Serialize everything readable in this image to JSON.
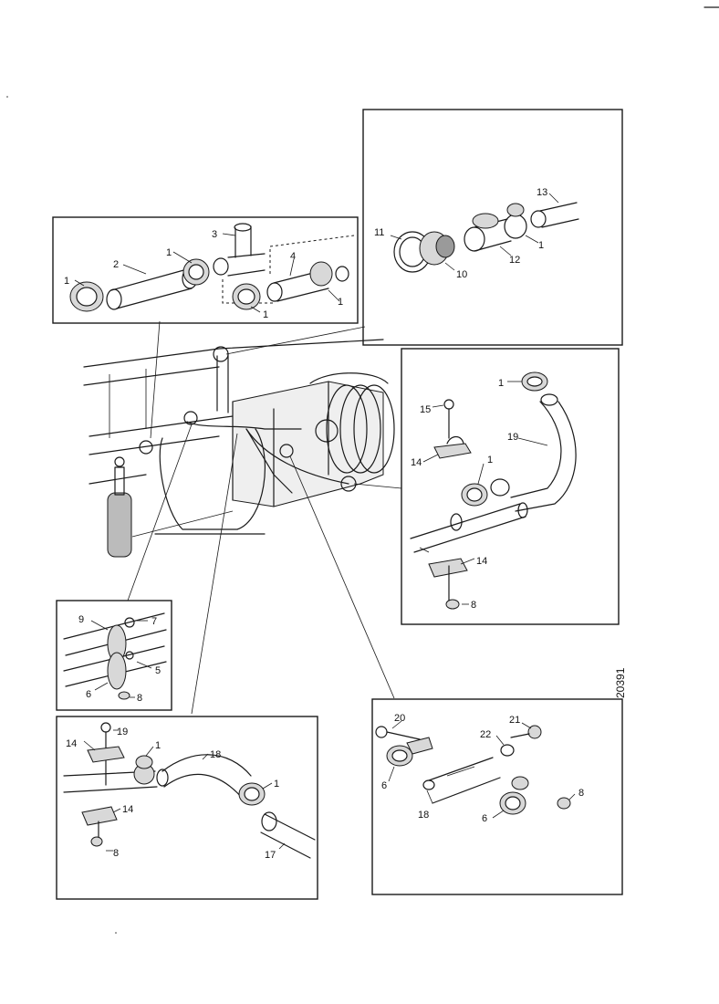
{
  "drawing_ref": "20391",
  "callouts": {
    "p1_a": "1",
    "p1_b": "2",
    "p1_c": "1",
    "p1_d": "3",
    "p1_e": "4",
    "p1_f": "1",
    "p1_g": "1",
    "p2_a": "11",
    "p2_b": "10",
    "p2_c": "13",
    "p2_d": "12",
    "p2_e": "1",
    "p3_a": "1",
    "p3_b": "15",
    "p3_c": "19",
    "p3_d": "14",
    "p3_e": "1",
    "p3_f": "14",
    "p3_g": "8",
    "p4_a": "9",
    "p4_b": "7",
    "p4_c": "5",
    "p4_d": "6",
    "p4_e": "8",
    "p5_a": "14",
    "p5_b": "19",
    "p5_c": "1",
    "p5_d": "18",
    "p5_e": "1",
    "p5_f": "14",
    "p5_g": "8",
    "p5_h": "17",
    "p6_a": "20",
    "p6_b": "21",
    "p6_c": "22",
    "p6_d": "6",
    "p6_e": "8",
    "p6_f": "18",
    "p6_g": "6"
  }
}
